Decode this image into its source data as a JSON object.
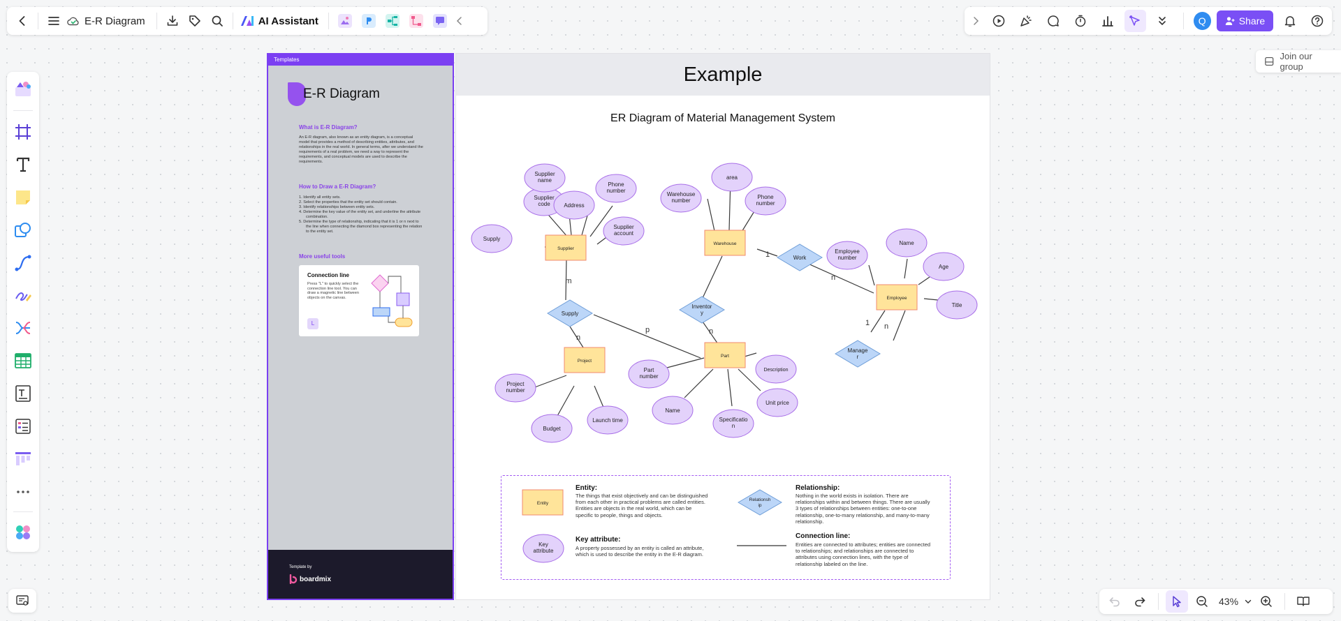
{
  "topbar": {
    "doc_title": "E-R Diagram",
    "ai_label": "AI Assistant"
  },
  "topright": {
    "avatar": "Q",
    "share_label": "Share"
  },
  "join_group": "Join our group",
  "zoom": "43%",
  "template": {
    "tag": "Templates",
    "title": "E-R Diagram",
    "what_heading": "What is E-R Diagram?",
    "what_text": "An E-R diagram, also known as an entity diagram, is a conceptual model that provides a method of describing entities, attributes, and relationships in the real world. In general terms, after we understand the requirements of a real problem, we need a way to represent the requirements, and conceptual models are used to describe the requirements.",
    "how_heading": "How to Draw a E-R Diagram?",
    "how_steps": [
      "1.  Identify all entity sets.",
      "2.  Select the properties that the entity set should contain.",
      "3.  Identify relationships between entity sets.",
      "4.  Determine the key value of the entity set, and underline the attribute combination.",
      "5.  Determine the type of relationship, indicating that it is 1 or n next to the line when connecting the diamond box representing the relation to the entity set."
    ],
    "tools_heading": "More useful tools",
    "card_title": "Connection line",
    "card_text": "Press \"L\" to quickly select the connection line tool. You can draw a magnetic line between objects on the canvas.",
    "card_key": "L",
    "footer_by": "Template by",
    "footer_brand": "boardmix"
  },
  "example": {
    "header": "Example",
    "title": "ER Diagram of Material Management System",
    "entities": {
      "supplier": "Supplier",
      "warehouse": "Warehouse",
      "employee": "Employee",
      "project": "Project",
      "part": "Part"
    },
    "relationships": {
      "work": "Work",
      "supply": "Supply",
      "inventory_l1": "Inventor",
      "inventory_l2": "y",
      "manager_l1": "Manage",
      "manager_l2": "r"
    },
    "attributes": {
      "supplier_name_l1": "Supplier",
      "supplier_name_l2": "name",
      "supplier_code_l1": "Supplier",
      "supplier_code_l2": "code",
      "address": "Address",
      "phone1_l1": "Phone",
      "phone1_l2": "number",
      "supplier_account_l1": "Supplier",
      "supplier_account_l2": "account",
      "supply": "Supply",
      "warehouse_number_l1": "Warehouse",
      "warehouse_number_l2": "number",
      "area": "area",
      "phone2_l1": "Phone",
      "phone2_l2": "number",
      "employee_number_l1": "Employee",
      "employee_number_l2": "number",
      "emp_name": "Name",
      "age": "Age",
      "title": "Title",
      "project_number_l1": "Project",
      "project_number_l2": "number",
      "budget": "Budget",
      "launch_time": "Launch time",
      "part_number_l1": "Part",
      "part_number_l2": "number",
      "part_name": "Name",
      "specification_l1": "Specificatio",
      "specification_l2": "n",
      "unit_price": "Unit price",
      "description": "Description"
    },
    "cardinalities": {
      "supplier_supply": "m",
      "supply_project": "n",
      "supply_part": "p",
      "inventory_part": "n",
      "warehouse_work": "1",
      "work_employee": "n",
      "manager_top": "1",
      "manager_employee": "n"
    },
    "legend": {
      "entity_shape": "Entity",
      "entity_title": "Entity:",
      "entity_text": "The things that exist objectively and can be distinguished from each other in practical problems are called entities. Entities are objects in the real world, which can be specific to people, things and objects.",
      "relationship_shape_l1": "Relationsh",
      "relationship_shape_l2": "ip",
      "relationship_title": "Relationship:",
      "relationship_text": "Nothing in the world exists in isolation. There are relationships within and between things. There are usually 3 types of relationships between entities: one-to-one relationship, one-to-many relationship, and many-to-many relationship.",
      "key_shape_l1": "Key",
      "key_shape_l2": "attribute",
      "key_title": "Key attribute:",
      "key_text": "A property possessed by an entity is called an attribute, which is used to describe the entity in the E-R diagram.",
      "conn_title": "Connection line:",
      "conn_text": "Entities are connected to attributes; entities are connected to relationships; and relationships are connected to attributes using connection lines, with the type of relationship labeled on the line."
    }
  },
  "colors": {
    "accent": "#7a4ff5",
    "entity_fill": "#ffe49a",
    "entity_stroke": "#f08a6e",
    "attr_fill": "#e3d2fb",
    "attr_stroke": "#a86ee8",
    "rel_fill": "#bcd6f8",
    "rel_stroke": "#6f9ed8"
  }
}
